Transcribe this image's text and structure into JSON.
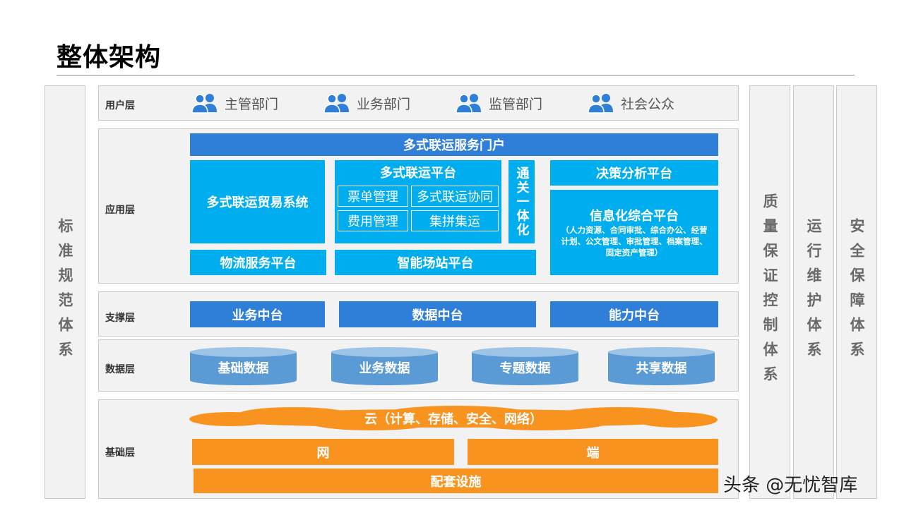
{
  "title": "整体架构",
  "left_panel": "标准规范体系",
  "right_panels": [
    "质量保证控制体系",
    "运行维护体系",
    "安全保障体系"
  ],
  "layers": {
    "user": {
      "label": "用户层",
      "items": [
        "主管部门",
        "业务部门",
        "监管部门",
        "社会公众"
      ]
    },
    "application": {
      "label": "应用层",
      "portal": "多式联运服务门户",
      "trade_system": "多式联运贸易系统",
      "platform": {
        "title": "多式联运平台",
        "cells": [
          "票单管理",
          "多式联运协同",
          "费用管理",
          "集拼集运"
        ]
      },
      "customs": "通关一体化",
      "decision": "决策分析平台",
      "info_platform": {
        "title": "信息化综合平台",
        "desc": "（人力资源、合同审批、综合办公、经营计划、公文管理、审批管理、档案管理、固定资产管理）"
      },
      "logistics": "物流服务平台",
      "station": "智能场站平台"
    },
    "support": {
      "label": "支撑层",
      "items": [
        "业务中台",
        "数据中台",
        "能力中台"
      ]
    },
    "data": {
      "label": "数据层",
      "items": [
        "基础数据",
        "业务数据",
        "专题数据",
        "共享数据"
      ]
    },
    "base": {
      "label": "基础层",
      "cloud": "云（计算、存储、安全、网络）",
      "network": "网",
      "terminal": "端",
      "facilities": "配套设施"
    }
  },
  "watermark": "头条 @无忧智库",
  "colors": {
    "dark_blue": "#2f7ed8",
    "cyan": "#00aeef",
    "orange": "#f7931e",
    "cylinder": "#5b9bd5",
    "panel": "#f2f2f2"
  }
}
